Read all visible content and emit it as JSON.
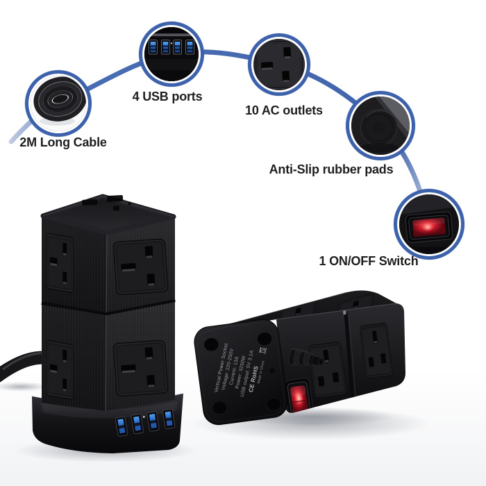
{
  "callouts": {
    "items": [
      {
        "id": "cable",
        "label": "2M Long Cable",
        "icon": "cable-coil"
      },
      {
        "id": "usb",
        "label": "4 USB ports",
        "icon": "usb-ports"
      },
      {
        "id": "outlets",
        "label": "10 AC outlets",
        "icon": "uk-ac-outlet"
      },
      {
        "id": "pads",
        "label": "Anti-Slip rubber pads",
        "icon": "rubber-pad"
      },
      {
        "id": "switch",
        "label": "1 ON/OFF Switch",
        "icon": "red-rocker-switch"
      }
    ]
  },
  "product_label": {
    "title": "Vertical Power Socket",
    "voltage": "Voltage: 220-250V",
    "current": "Current: 13A",
    "power": "Power: 3250W",
    "usb_output": "USB output: 5V 3.1A",
    "certifications": "CE RoHS",
    "origin": "Made in China",
    "weee_icon": "crossed-out-wheelie-bin"
  },
  "colors": {
    "arc_blue": "#4467ae",
    "ring_blue": "#3d61aa",
    "usb_blue": "#2f6fd2",
    "switch_red": "#c01726",
    "label_text": "#1e1e1e"
  }
}
